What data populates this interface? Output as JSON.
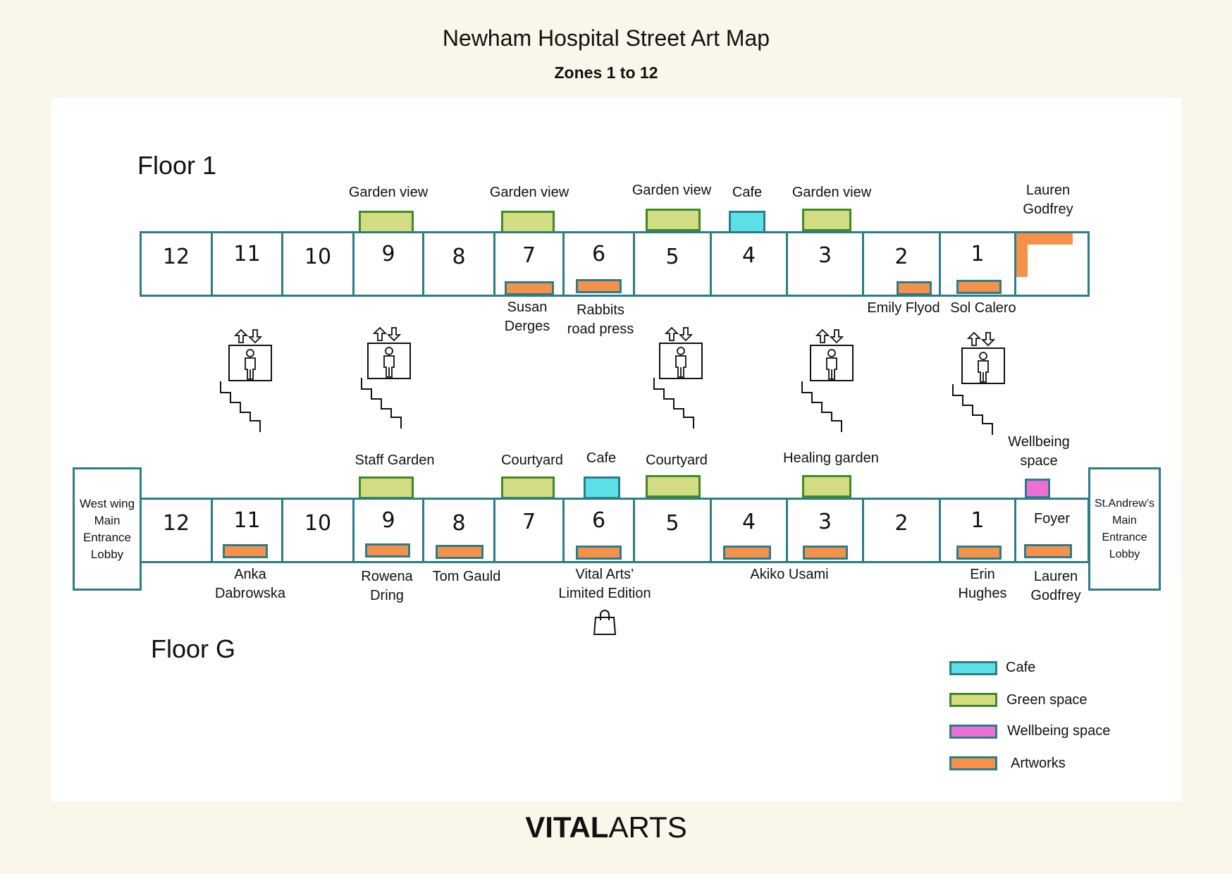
{
  "header": {
    "title": "Newham Hospital Street Art Map",
    "subtitle": "Zones 1 to 12"
  },
  "floor1": {
    "label": "Floor 1",
    "zones": [
      "12",
      "11",
      "10",
      "9",
      "8",
      "7",
      "6",
      "5",
      "4",
      "3",
      "2",
      "1"
    ],
    "spaces_above": {
      "garden_9": "Garden view",
      "garden_7": "Garden view",
      "garden_5": "Garden view",
      "cafe_4": "Cafe",
      "garden_3": "Garden view"
    },
    "artworks": {
      "a7": "Susan\nDerges",
      "a6": "Rabbits\nroad press",
      "a2": "Emily Flyod",
      "a1": "Sol Calero",
      "corner": "Lauren\nGodfrey"
    }
  },
  "floorG": {
    "label": "Floor G",
    "zones": [
      "12",
      "11",
      "10",
      "9",
      "8",
      "7",
      "6",
      "5",
      "4",
      "3",
      "2",
      "1"
    ],
    "foyer": "Foyer",
    "west_lobby": "West wing\nMain\nEntrance\nLobby",
    "east_lobby": "St.Andrew’s\nMain\nEntrance\nLobby",
    "spaces_above": {
      "staff_garden": "Staff Garden",
      "courtyard_7": "Courtyard",
      "cafe_6": "Cafe",
      "courtyard_5": "Courtyard",
      "healing_3": "Healing garden",
      "wellbeing": "Wellbeing\nspace"
    },
    "artworks": {
      "a11": "Anka\nDabrowska",
      "a9": "Rowena\nDring",
      "a8": "Tom Gauld",
      "a6": "Vital Arts’\nLimited Edition",
      "a4_3": "Akiko Usami",
      "a1": "Erin\nHughes",
      "foyer": "Lauren\nGodfrey"
    }
  },
  "icons": {
    "lift": "lift-icon",
    "stairs": "stairs-icon",
    "shop": "shopping-bag-icon"
  },
  "legend": {
    "cafe": {
      "label": "Cafe",
      "color": "#5ddfe6"
    },
    "green": {
      "label": "Green space",
      "color": "#d3dc82"
    },
    "wellbeing": {
      "label": "Wellbeing space",
      "color": "#ee6fd4"
    },
    "artworks": {
      "label": "Artworks",
      "color": "#f6914a"
    }
  },
  "logo": {
    "bold": "VITAL",
    "light": "ARTS"
  },
  "colors": {
    "background": "#faf6e9",
    "line": "#2b7d8c",
    "green_border": "#3f8a24"
  }
}
